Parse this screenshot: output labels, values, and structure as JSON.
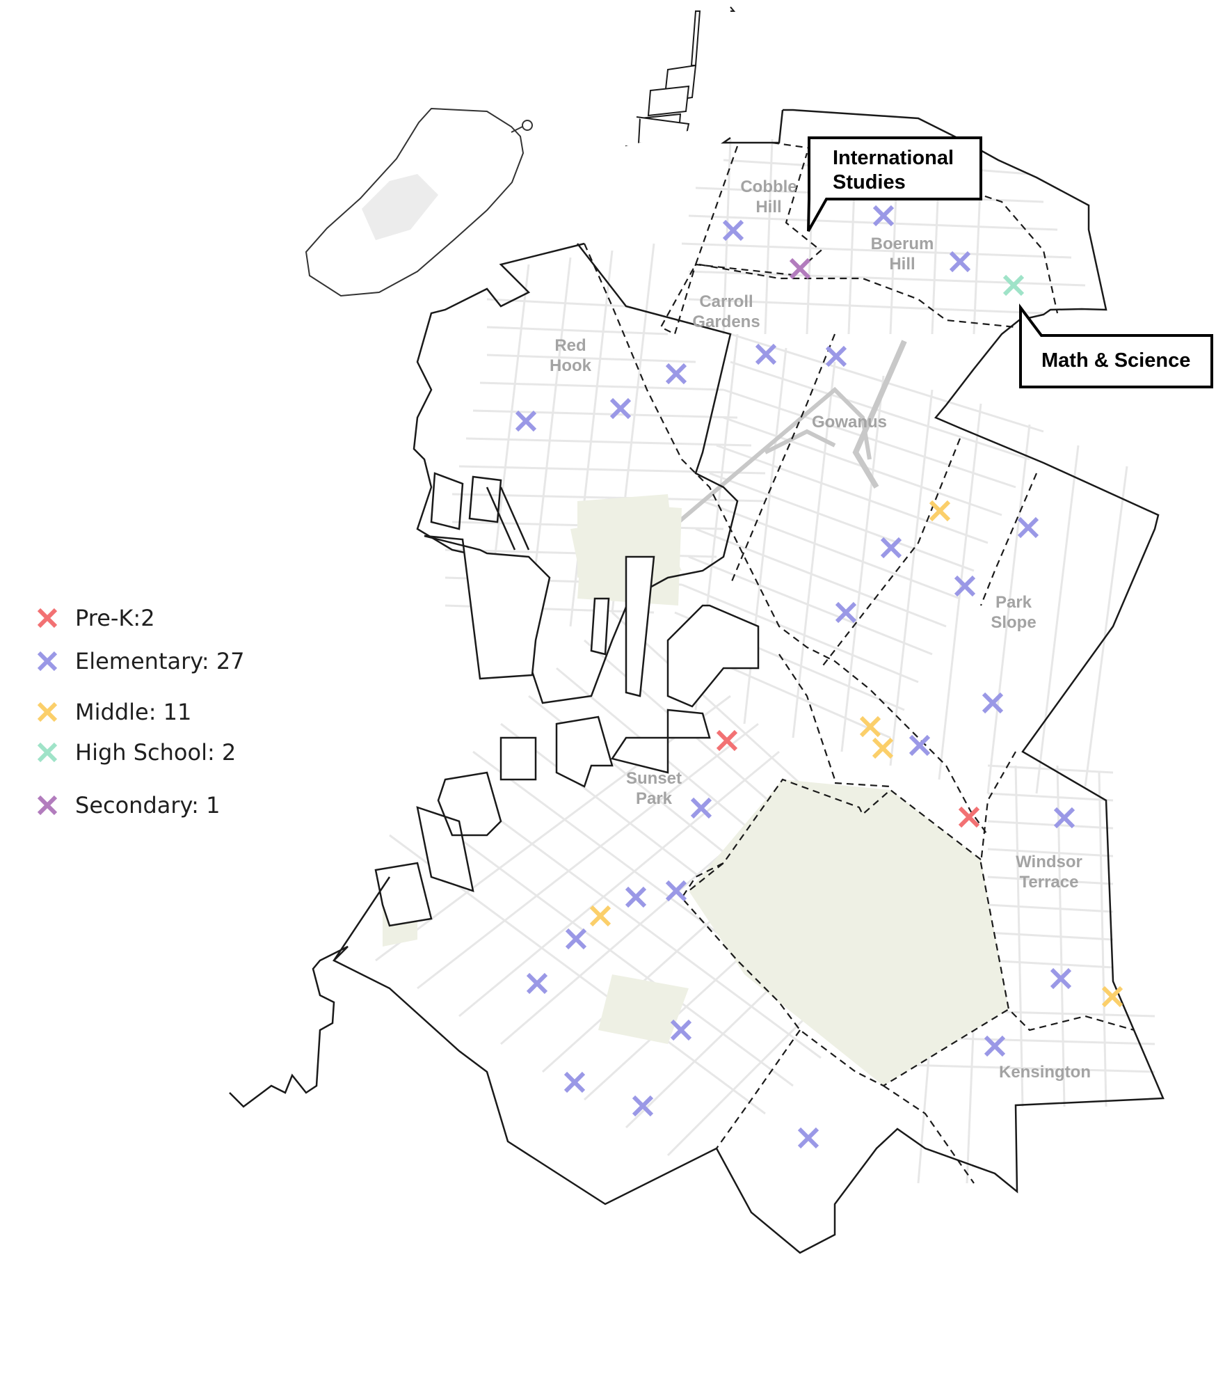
{
  "legend": [
    {
      "label": "Pre-K:2",
      "color": "#f27173",
      "icon": "x-marker-icon"
    },
    {
      "label": "Elementary: 27",
      "color": "#9a98e6",
      "icon": "x-marker-icon"
    },
    {
      "label": "Middle: 11",
      "color": "#fbcf6a",
      "icon": "x-marker-icon"
    },
    {
      "label": "High School: 2",
      "color": "#9fe3c8",
      "icon": "x-marker-icon"
    },
    {
      "label": "Secondary: 1",
      "color": "#b27cbd",
      "icon": "x-marker-icon"
    }
  ],
  "neighborhoods": [
    {
      "id": "cobble-hill",
      "lines": [
        "Cobble",
        "Hill"
      ]
    },
    {
      "id": "boerum-hill",
      "lines": [
        "Boerum",
        "Hill"
      ]
    },
    {
      "id": "carroll-gardens",
      "lines": [
        "Carroll",
        "Gardens"
      ]
    },
    {
      "id": "red-hook",
      "lines": [
        "Red",
        "Hook"
      ]
    },
    {
      "id": "gowanus",
      "lines": [
        "Gowanus"
      ]
    },
    {
      "id": "park-slope",
      "lines": [
        "Park",
        "Slope"
      ]
    },
    {
      "id": "sunset-park",
      "lines": [
        "Sunset",
        "Park"
      ]
    },
    {
      "id": "windsor-terrace",
      "lines": [
        "Windsor",
        "Terrace"
      ]
    },
    {
      "id": "kensington",
      "lines": [
        "Kensington"
      ]
    }
  ],
  "callouts": [
    {
      "id": "international-studies",
      "lines": [
        "International",
        "Studies"
      ]
    },
    {
      "id": "math-science",
      "lines": [
        "Math & Science"
      ]
    }
  ],
  "colors": {
    "park_fill": "#eef0e4",
    "street": "#e7e7e7",
    "boundary": "#1a1a1a"
  }
}
